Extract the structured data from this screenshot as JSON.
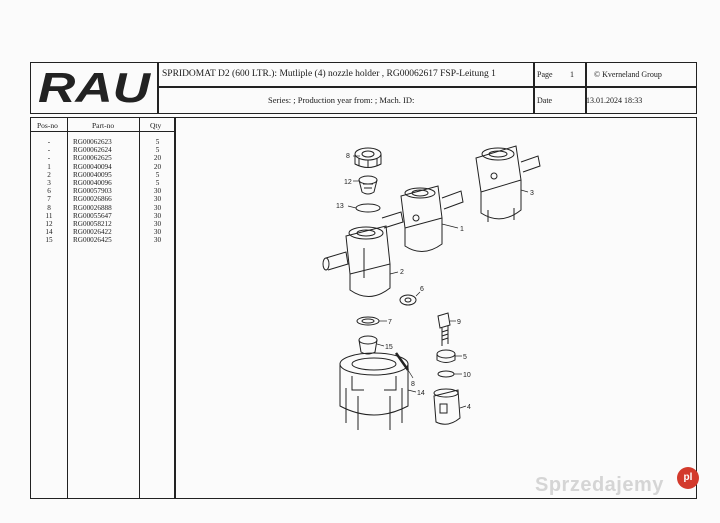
{
  "header": {
    "brand": "RAU",
    "title": "SPRIDOMAT D2 (600 LTR.): Mutliple (4) nozzle holder , RG00062617 FSP-Leitung 1",
    "series_line": "Series: ; Production year from: ; Mach. ID:",
    "page_label": "Page",
    "page_value": "1",
    "copyright": "© Kverneland Group",
    "date_label": "Date",
    "date_value": "13.01.2024  18:33"
  },
  "parts_table": {
    "columns": [
      "Pos-no",
      "Part-no",
      "Qty"
    ],
    "rows": [
      {
        "pos": "-",
        "part": "RG00062623",
        "qty": "5"
      },
      {
        "pos": "-",
        "part": "RG00062624",
        "qty": "5"
      },
      {
        "pos": "-",
        "part": "RG00062625",
        "qty": "20"
      },
      {
        "pos": "1",
        "part": "RG00040094",
        "qty": "20"
      },
      {
        "pos": "2",
        "part": "RG00040095",
        "qty": "5"
      },
      {
        "pos": "3",
        "part": "RG00040096",
        "qty": "5"
      },
      {
        "pos": "6",
        "part": "RG00057903",
        "qty": "30"
      },
      {
        "pos": "7",
        "part": "RG00026866",
        "qty": "30"
      },
      {
        "pos": "8",
        "part": "RG00026888",
        "qty": "30"
      },
      {
        "pos": "11",
        "part": "RG00055647",
        "qty": "30"
      },
      {
        "pos": "12",
        "part": "RG00058212",
        "qty": "30"
      },
      {
        "pos": "14",
        "part": "RG00026422",
        "qty": "30"
      },
      {
        "pos": "15",
        "part": "RG00026425",
        "qty": "30"
      }
    ]
  },
  "drawing": {
    "callouts": [
      "8",
      "12",
      "13",
      "1",
      "3",
      "2",
      "6",
      "7",
      "15",
      "8",
      "14",
      "9",
      "5",
      "10",
      "4"
    ]
  },
  "watermark": {
    "text": "Sprzedajemy",
    "badge": "pl"
  },
  "colors": {
    "ink": "#1a1a1a",
    "paper": "#fbfbfb",
    "watermark_badge": "#d33a2c"
  }
}
